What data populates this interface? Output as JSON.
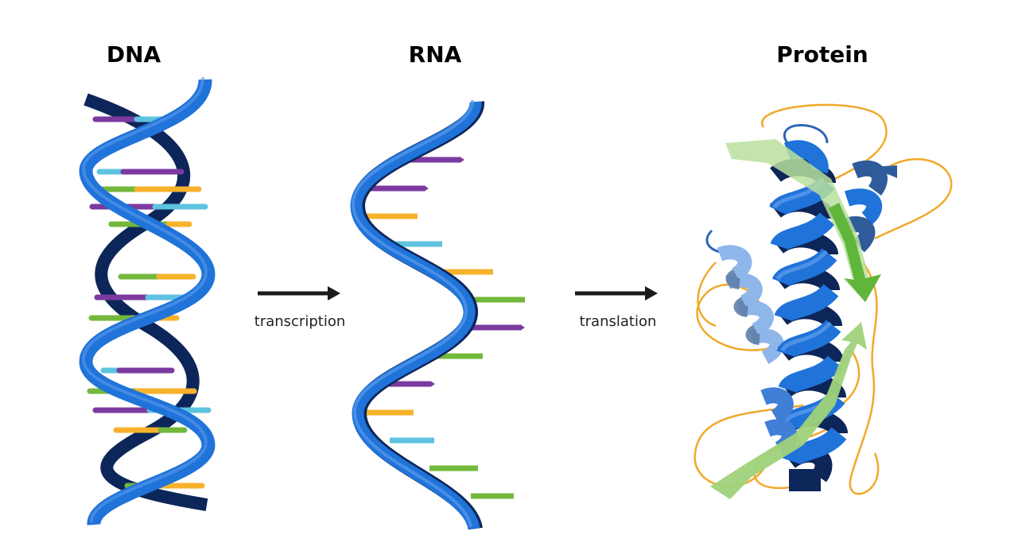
{
  "titles": {
    "dna": "DNA",
    "rna": "RNA",
    "protein": "Protein"
  },
  "processes": {
    "step1": "transcription",
    "step2": "translation"
  },
  "colors": {
    "strand_front": "#1f73d9",
    "strand_light": "#5a9aea",
    "strand_back": "#0d2659",
    "purple": "#7b3aa0",
    "cyan": "#5ec3e0",
    "green": "#73b83c",
    "orange": "#f7b22c",
    "loop": "#f1a92a",
    "sheet_light": "#9fd27a",
    "sheet_dark": "#5fb63a",
    "helix_pale": "#8fb6ea",
    "arrow": "#1a1a1a"
  },
  "icons": [
    "dna-double-helix-icon",
    "rna-single-strand-icon",
    "protein-ribbon-icon",
    "right-arrow-icon"
  ]
}
